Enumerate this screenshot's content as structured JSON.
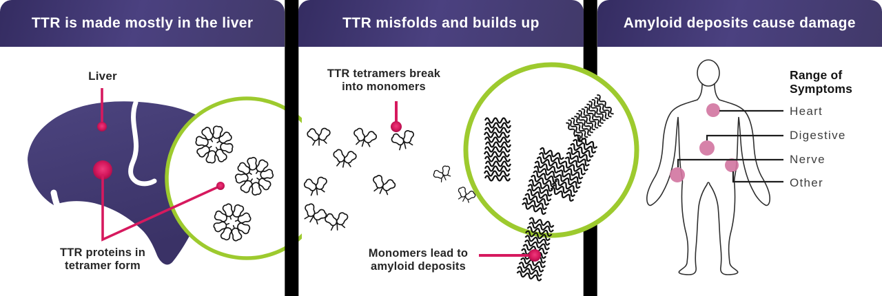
{
  "headers": {
    "panel1": "TTR is made mostly in the liver",
    "panel2": "TTR misfolds and builds up",
    "panel3": "Amyloid deposits cause damage"
  },
  "panel1": {
    "liver_label": "Liver",
    "tetramer_label": "TTR proteins in\ntetramer form"
  },
  "panel2": {
    "break_label": "TTR tetramers break\ninto monomers",
    "deposit_label": "Monomers lead to\namyloid deposits"
  },
  "panel3": {
    "range_label": "Range of\nSymptoms",
    "symptoms": [
      "Heart",
      "Digestive",
      "Nerve",
      "Other"
    ]
  },
  "icons": {
    "liver": "liver-silhouette",
    "tetramer": "ttr-tetramer-pinwheel",
    "monomer": "ttr-monomer",
    "fibril": "amyloid-fibril",
    "magnifier": "zoom-circle",
    "body": "human-body-figure"
  },
  "colors": {
    "header_purple": "#433a73",
    "liver_purple": "#453d77",
    "accent_pink": "#d6195e",
    "zoom_green": "#9dca2e",
    "symptom_pink": "#d174a0",
    "divider_black": "#000000",
    "label_text": "#262626"
  }
}
